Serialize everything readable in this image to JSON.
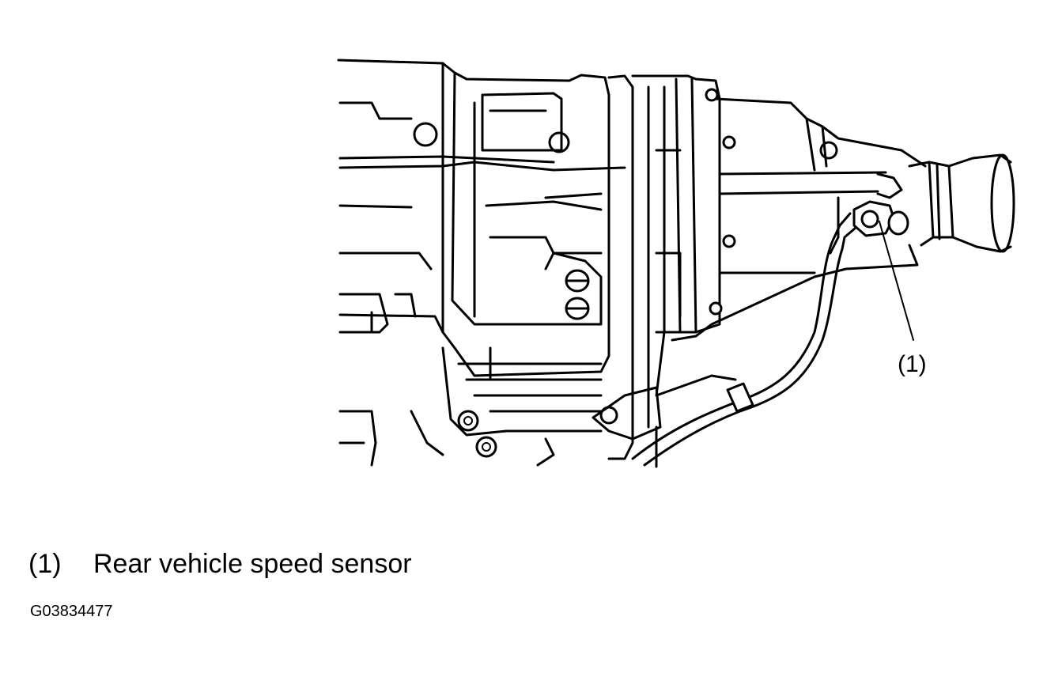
{
  "diagram": {
    "callout_label": "(1)",
    "legend": [
      {
        "number": "(1)",
        "text": "Rear vehicle speed sensor"
      }
    ],
    "figure_id": "G03834477"
  }
}
